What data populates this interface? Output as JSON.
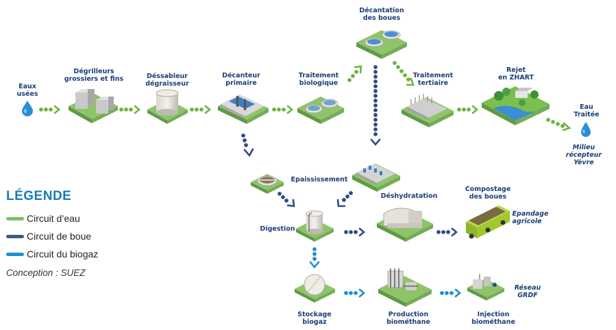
{
  "colors": {
    "water": "#6cb33f",
    "sludge": "#2d4b86",
    "biogas": "#1f8fd1",
    "label": "#1c3f78",
    "legend_title": "#1a7ab8"
  },
  "nodes": {
    "eaux_usees": "Eaux\nusées",
    "degrilleurs": "Dégrilleurs\ngrossiers et fins",
    "dessableur": "Déssableur\ndégraisseur",
    "decanteur": "Décanteur\nprimaire",
    "traitement_bio": "Traitement\nbiologique",
    "decantation_boues": "Décantation\ndes boues",
    "traitement_tertiaire": "Traitement\ntertiaire",
    "rejet": "Rejet\nen ZHART",
    "eau_traitee": "Eau\nTraitée",
    "milieu": "Milieu récepteur\nYèvre",
    "epaississement": "Epaississement",
    "deshydratation": "Déshydratation",
    "compostage": "Compostage\ndes boues",
    "epandage": "Epandage\nagricole",
    "digestion": "Digestion",
    "stockage": "Stockage\nbiogaz",
    "production": "Production\nbiométhane",
    "injection": "Injection\nbiométhane",
    "reseau": "Réseau\nGRDF"
  },
  "legend": {
    "title": "LÉGENDE",
    "items": [
      {
        "label": "Circuit d’eau",
        "color": "#7fbf6a"
      },
      {
        "label": "Circuit de boue",
        "color": "#3d5a8c"
      },
      {
        "label": "Circuit du biogaz",
        "color": "#1f8fd1"
      }
    ],
    "credit": "Conception : SUEZ"
  }
}
